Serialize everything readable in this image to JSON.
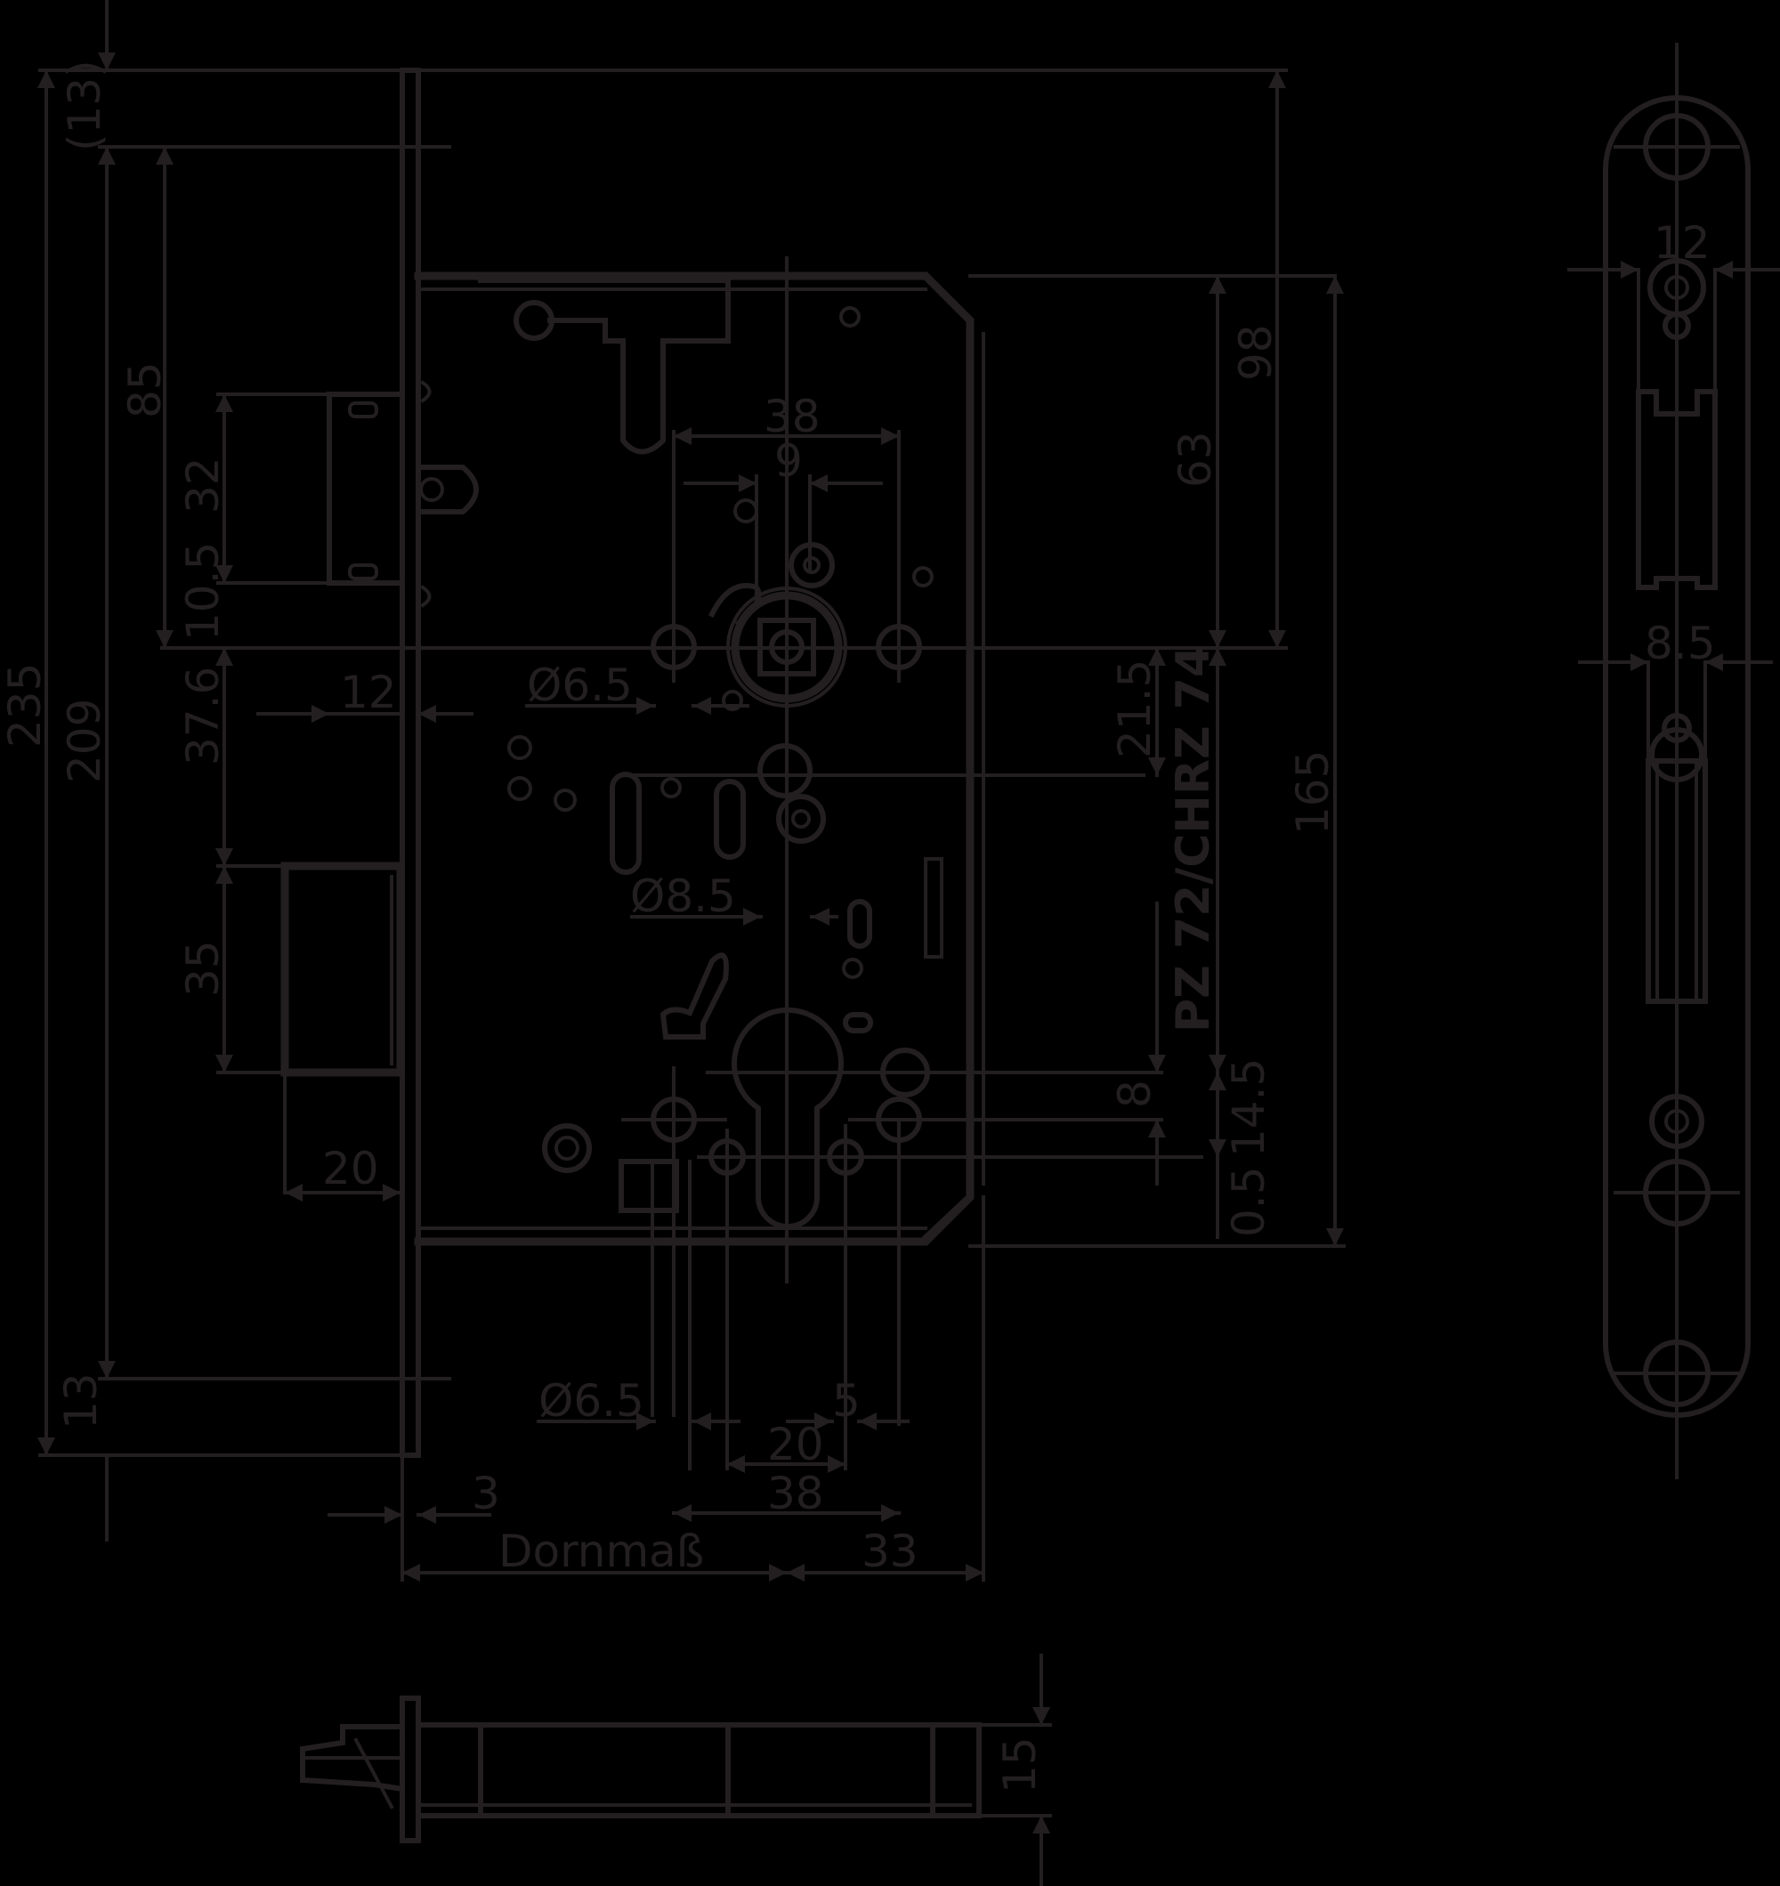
{
  "drawing": {
    "title": "Mortise lock technical drawing",
    "colors": {
      "background": "#000000",
      "line": "#231f20"
    },
    "front_view": {
      "vertical_dims_left": {
        "overall_faceplate": "235",
        "faceplate_hole_span": "209",
        "top_offset": "(13)",
        "bottom_offset": "13",
        "latch_to_follower": "85",
        "latch_height": "32",
        "latch_offset": "10.5",
        "follower_to_deadbolt": "37.6",
        "deadbolt_height": "35"
      },
      "horizontal_dims_left": {
        "latch_projection": "12",
        "deadbolt_projection": "20",
        "faceplate_thickness": "3",
        "backset_label": "Dornmaß",
        "case_depth": "33"
      },
      "vertical_dims_right": {
        "follower_to_top": "98",
        "follower_to_case_top": "63",
        "case_height": "165",
        "follower_offset": "21.5",
        "cylinder_center": "PZ 72/CHRZ 74",
        "cylinder_offset_a": "8",
        "cylinder_offset_b": "14.5",
        "cylinder_offset_c": "0.5"
      },
      "hole_dims": {
        "top_span": "38",
        "top_inner": "9",
        "follower_hole": "Ø6.5",
        "mid_hole": "Ø8.5",
        "bottom_hole": "Ø6.5",
        "bottom_small": "5",
        "bottom_span_a": "20",
        "bottom_span_b": "38"
      }
    },
    "faceplate_view": {
      "width": "12",
      "inner_width": "8.5"
    },
    "bottom_view": {
      "thickness": "15"
    }
  }
}
